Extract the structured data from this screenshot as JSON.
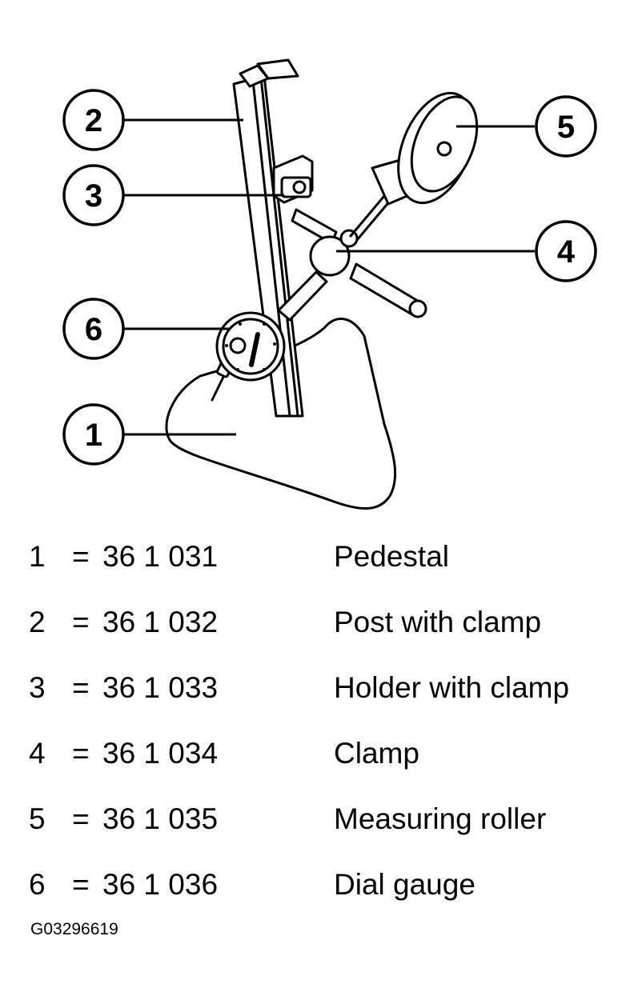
{
  "callouts": [
    "1",
    "2",
    "3",
    "4",
    "5",
    "6"
  ],
  "legend": [
    {
      "num": "1",
      "eq": "=",
      "part": "36 1 031",
      "name": "Pedestal"
    },
    {
      "num": "2",
      "eq": "=",
      "part": "36 1 032",
      "name": "Post with clamp"
    },
    {
      "num": "3",
      "eq": "=",
      "part": "36 1 033",
      "name": "Holder with clamp"
    },
    {
      "num": "4",
      "eq": "=",
      "part": "36 1 034",
      "name": "Clamp"
    },
    {
      "num": "5",
      "eq": "=",
      "part": "36 1 035",
      "name": "Measuring roller"
    },
    {
      "num": "6",
      "eq": "=",
      "part": "36 1 036",
      "name": "Dial gauge"
    }
  ],
  "figure_id": "G03296619"
}
